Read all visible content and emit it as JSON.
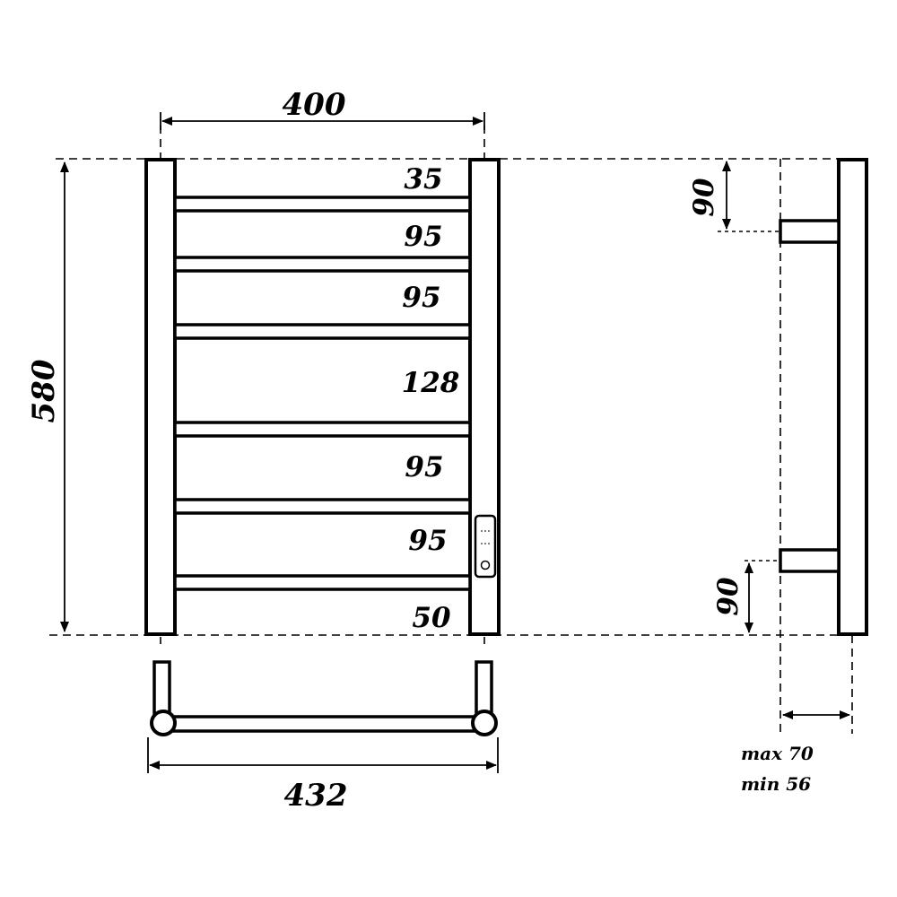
{
  "dimensions": {
    "overall_width": "400",
    "overall_height": "580",
    "bottom_width": "432",
    "bar_gaps": [
      "35",
      "95",
      "95",
      "128",
      "95",
      "95",
      "50"
    ],
    "side_top_offset": "90",
    "side_bottom_offset": "90",
    "wall_distance_max": "max 70",
    "wall_distance_min": "min 56"
  },
  "colors": {
    "line": "#000000",
    "background": "#ffffff"
  }
}
